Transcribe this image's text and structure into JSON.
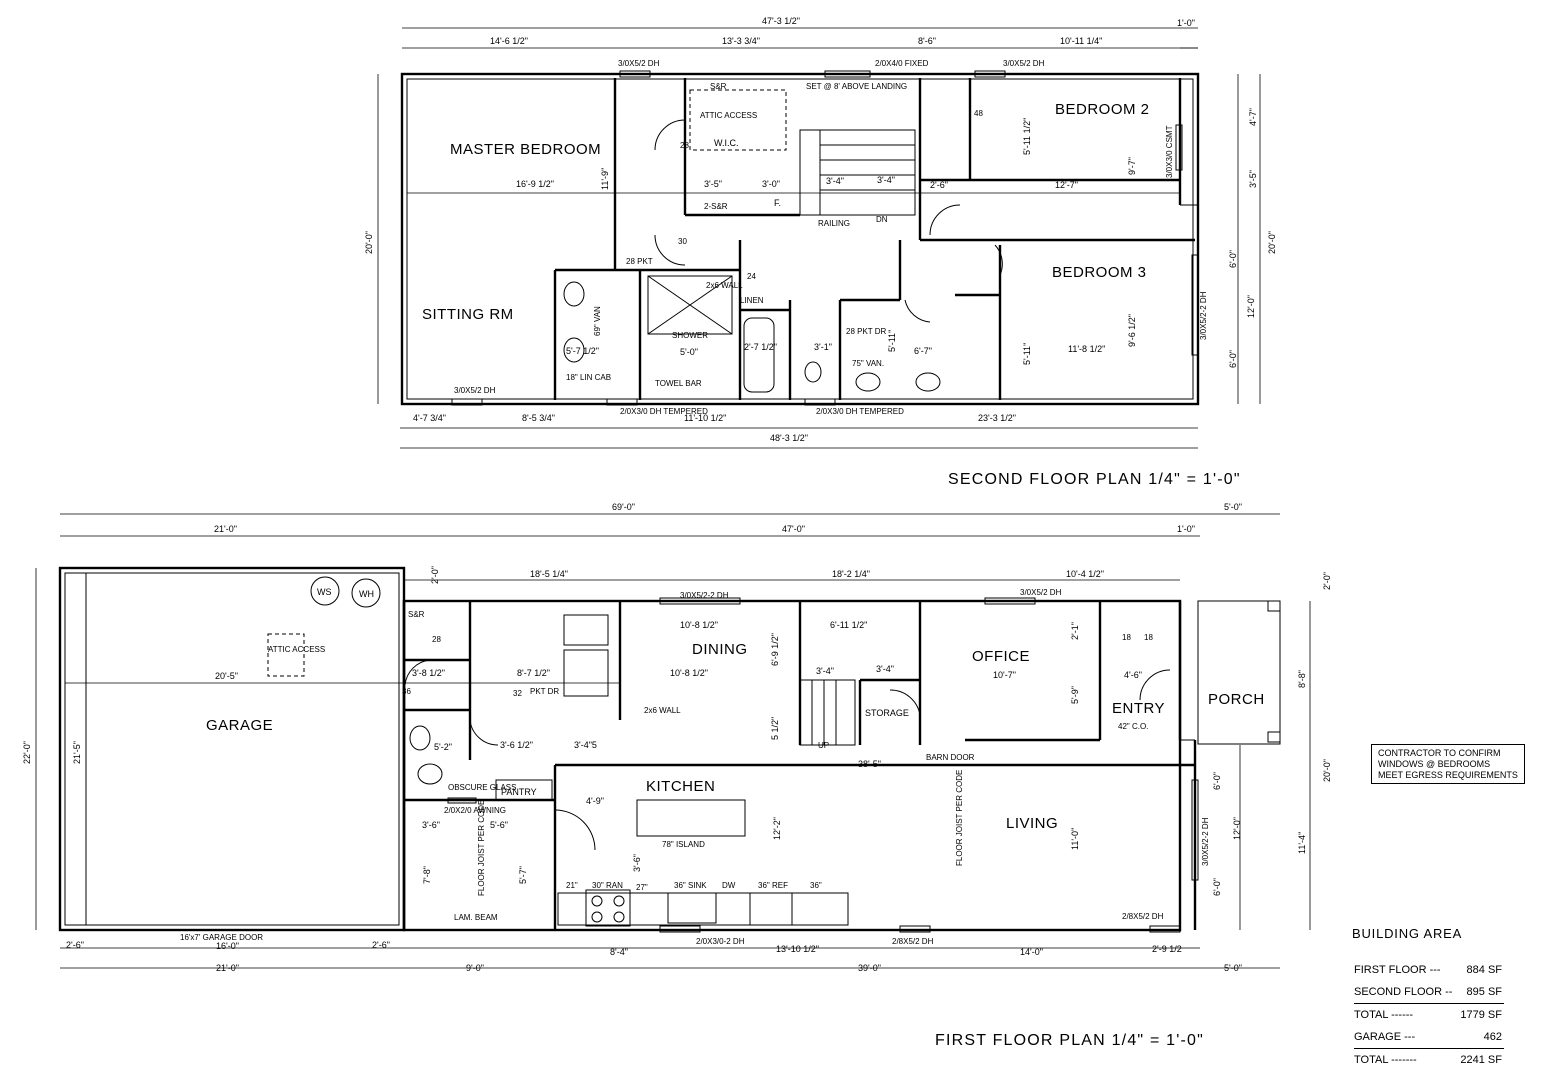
{
  "second_floor": {
    "title": "SECOND FLOOR PLAN   1/4\" = 1'-0\"",
    "rooms": [
      "MASTER BEDROOM",
      "SITTING RM",
      "BEDROOM 2",
      "BEDROOM 3",
      "W.I.C.",
      "SHOWER",
      "LINEN",
      "RAILING",
      "DN",
      "F."
    ],
    "top_dims": [
      "47'-3 1/2\"",
      "14'-6 1/2\"",
      "13'-3 3/4\"",
      "8'-6\"",
      "10'-11 1/4\"",
      "1'-0\""
    ],
    "bottom_dims": [
      "4'-7 3/4\"",
      "8'-5 3/4\"",
      "11'-10 1/2\"",
      "23'-3 1/2\"",
      "48'-3 1/2\""
    ],
    "side_dims": [
      "20'-0\"",
      "4'-7\"",
      "3'-5\"",
      "20'-0\"",
      "6'-0\"",
      "12'-0\"",
      "6'-0\""
    ],
    "interior_dims": [
      "16'-9 1/2\"",
      "11'-9\"",
      "3'-5\"",
      "3'-0\"",
      "3'-4\"",
      "3'-4\"",
      "2'-6\"",
      "12'-7\"",
      "9'-7\"",
      "5'-11 1/2\"",
      "11'-8 1/2\"",
      "9'-6 1/2\"",
      "6'-7\"",
      "5'-7 1/2\"",
      "5'-0\"",
      "2'-7 1/2\"",
      "3'-1\"",
      "5'-11\"",
      "5'-11\""
    ],
    "notes": [
      "3/0X5/2 DH",
      "2/0X4/0 FIXED",
      "3/0X5/2 DH",
      "SET @ 8' ABOVE LANDING",
      "S&R",
      "ATTIC ACCESS",
      "2-S&R",
      "28",
      "30",
      "48",
      "24",
      "28 PKT",
      "2x6 WALL",
      "69\" VAN",
      "18\" LIN CAB",
      "TOWEL BAR",
      "75\" VAN.",
      "28 PKT DR",
      "3/0X3/0 CSMT",
      "3/0X5/2-2 DH",
      "3/0X5/2 DH",
      "2/0X3/0 DH TEMPERED",
      "2/0X3/0 DH TEMPERED"
    ]
  },
  "first_floor": {
    "title": "FIRST FLOOR PLAN   1/4\" = 1'-0\"",
    "rooms": [
      "GARAGE",
      "DINING",
      "OFFICE",
      "ENTRY",
      "PORCH",
      "KITCHEN",
      "LIVING",
      "STORAGE",
      "PANTRY",
      "UP"
    ],
    "top_dims": [
      "69'-0\"",
      "21'-0\"",
      "47'-0\"",
      "1'-0\"",
      "5'-0\"",
      "18'-5 1/4\"",
      "18'-2 1/4\"",
      "10'-4 1/2\""
    ],
    "bottom_dims": [
      "2'-6\"",
      "16'-0\"",
      "2'-6\"",
      "21'-0\"",
      "9'-0\"",
      "8'-4\"",
      "13'-10 1/2\"",
      "14'-0\"",
      "2'-9 1/2",
      "39'-0\"",
      "5'-0\""
    ],
    "side_dims": [
      "22'-0\"",
      "21'-5\"",
      "2'-0\"",
      "8'-8\"",
      "20'-0\"",
      "11'-4\"",
      "6'-0\"",
      "12'-0\"",
      "6'-0\""
    ],
    "interior_dims": [
      "20'-5\"",
      "8'-7 1/2\"",
      "10'-8 1/2\"",
      "10'-8 1/2\"",
      "6'-11 1/2\"",
      "10'-7\"",
      "4'-6\"",
      "38'-5\"",
      "12'-2\"",
      "11'-0\"",
      "6'-9 1/2\"",
      "5 1/2\"",
      "3'-4\"",
      "3'-4\"",
      "4'-9\"",
      "5'-6\"",
      "3'-6\"",
      "3'-6\"",
      "7'-8\"",
      "5'-7\"",
      "3'-8 1/2\"",
      "5'-2\"",
      "3'-6 1/2\"",
      "3'-4\"5",
      "2'-0\"",
      "2'-1\"",
      "5'-9\""
    ],
    "notes": [
      "WS",
      "WH",
      "ATTIC ACCESS",
      "S&R",
      "28",
      "36",
      "32",
      "PKT DR",
      "2x6 WALL",
      "3/0X5/2-2 DH",
      "3/0X5/2 DH",
      "BARN DOOR",
      "42\" C.O.",
      "OBSCURE GLASS",
      "2/0X2/0 AWNING",
      "78\" ISLAND",
      "21\"",
      "30\" RAN",
      "27\"",
      "36\" SINK",
      "DW",
      "36\" REF",
      "36\"",
      "FLOOR JOIST PER CODE",
      "FLOOR JOIST PER CODE",
      "LAM. BEAM",
      "16'x7' GARAGE DOOR",
      "2/0X3/0-2 DH",
      "2/8X5/2 DH",
      "2/8X5/2 DH",
      "3/0X5/2-2 DH",
      "18",
      "18"
    ]
  },
  "note_box": {
    "lines": [
      "CONTRACTOR TO CONFIRM",
      "WINDOWS @ BEDROOMS",
      "MEET EGRESS REQUIREMENTS"
    ]
  },
  "building_area": {
    "heading": "BUILDING AREA",
    "rows": [
      {
        "label": "FIRST FLOOR ---",
        "value": "884 SF"
      },
      {
        "label": "SECOND FLOOR --",
        "value": "895 SF"
      },
      {
        "label": "TOTAL ------",
        "value": "1779 SF"
      },
      {
        "label": "GARAGE ---",
        "value": "462"
      },
      {
        "label": "TOTAL -------",
        "value": "2241 SF"
      }
    ]
  }
}
